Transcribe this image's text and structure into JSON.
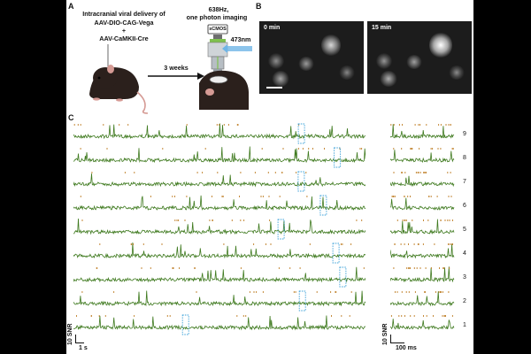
{
  "panels": {
    "a": {
      "letter": "A",
      "delivery_title": "Intracranial viral delivery of",
      "construct_1": "AAV-DIO-CAG-Vega",
      "plus": "+",
      "construct_2": "AAV-CaMKII-Cre",
      "interval": "3 weeks",
      "imaging_rate": "638Hz,",
      "imaging_mode": "one photon imaging",
      "camera": "sCMOS",
      "wavelength": "473nm"
    },
    "b": {
      "letter": "B",
      "time_left": "0 min",
      "time_right": "15 min"
    },
    "c": {
      "letter": "C",
      "left_scale_y": "10 SNR",
      "left_scale_x": "1 s",
      "right_scale_y": "10 SNR",
      "right_scale_x": "100 ms",
      "trace_labels": [
        "9",
        "8",
        "7",
        "6",
        "5",
        "4",
        "3",
        "2",
        "1"
      ]
    }
  },
  "colors": {
    "trace": "#3f7a1f",
    "spike_mark": "#c58a3a",
    "highlight_box": "#3aa0d8",
    "microscope_beam": "#6fb5e6",
    "microscope_green": "#7fc14f"
  }
}
